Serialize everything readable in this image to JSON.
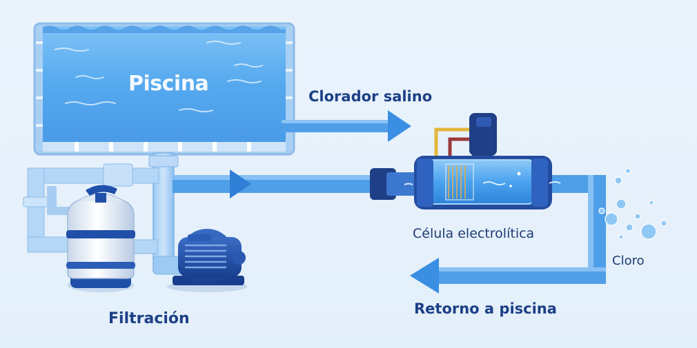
{
  "labels": {
    "pool": "Piscina",
    "salt_chlorinator": "Clorador salino",
    "electrolytic_cell": "Célula electrolítica",
    "chlorine": "Cloro",
    "return_to_pool": "Retorno a piscina",
    "filtration": "Filtración"
  },
  "colors": {
    "water": "#4fa6ef",
    "pipe": "#5ea9ec",
    "arrow": "#3a8fe3",
    "pump": "#1f4fa8",
    "label_dark": "#1c3f86"
  },
  "icons": [
    "pool-icon",
    "sand-filter-icon",
    "pump-icon",
    "electrolytic-cell-icon",
    "bubbles-icon",
    "flow-arrow-icon"
  ]
}
